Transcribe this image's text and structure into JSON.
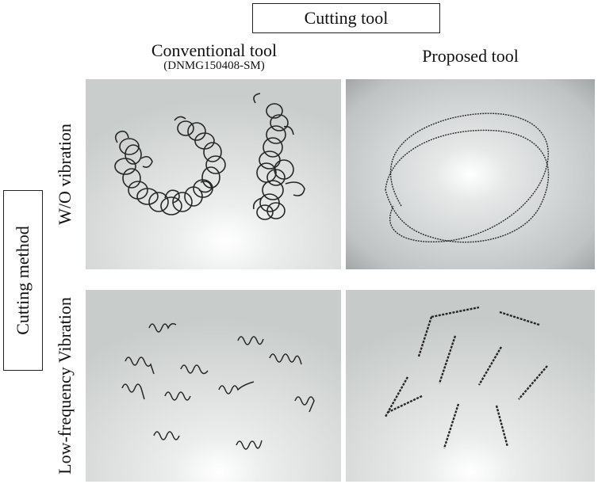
{
  "header": {
    "cutting_tool": "Cutting tool"
  },
  "columns": {
    "conventional": {
      "title": "Conventional tool",
      "subtitle": "(DNMG150408-SM)"
    },
    "proposed": {
      "title": "Proposed tool"
    }
  },
  "side": {
    "cutting_method": "Cutting method"
  },
  "rows": {
    "no_vibration": "W/O vibration",
    "low_frequency": "Low-frequency Vibration"
  },
  "colors": {
    "photo_bg": "#d9dcdb",
    "chip": "#2a2a2a",
    "border": "#222222"
  }
}
